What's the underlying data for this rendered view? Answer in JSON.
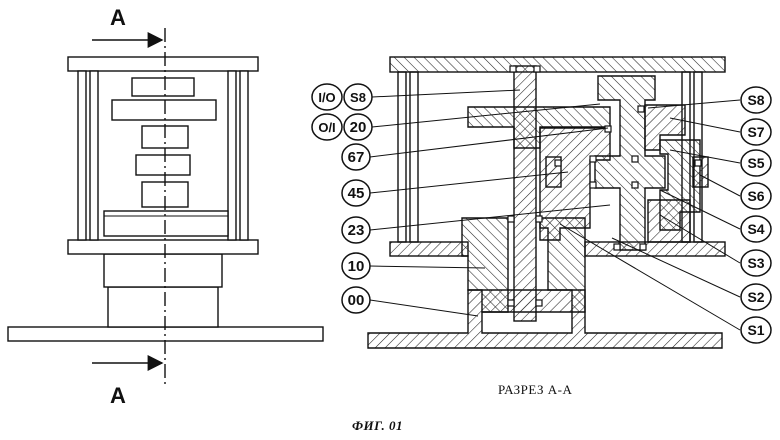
{
  "section_marker": "A",
  "section_caption": "РАЗРЕЗ А-А",
  "figure_caption": "ФИГ. 01",
  "left_labels": [
    "I/O",
    "S8",
    "O/I",
    "20",
    "67",
    "45",
    "23",
    "10",
    "00"
  ],
  "right_labels": [
    "S8",
    "S7",
    "S5",
    "S6",
    "S4",
    "S3",
    "S2",
    "S1"
  ]
}
